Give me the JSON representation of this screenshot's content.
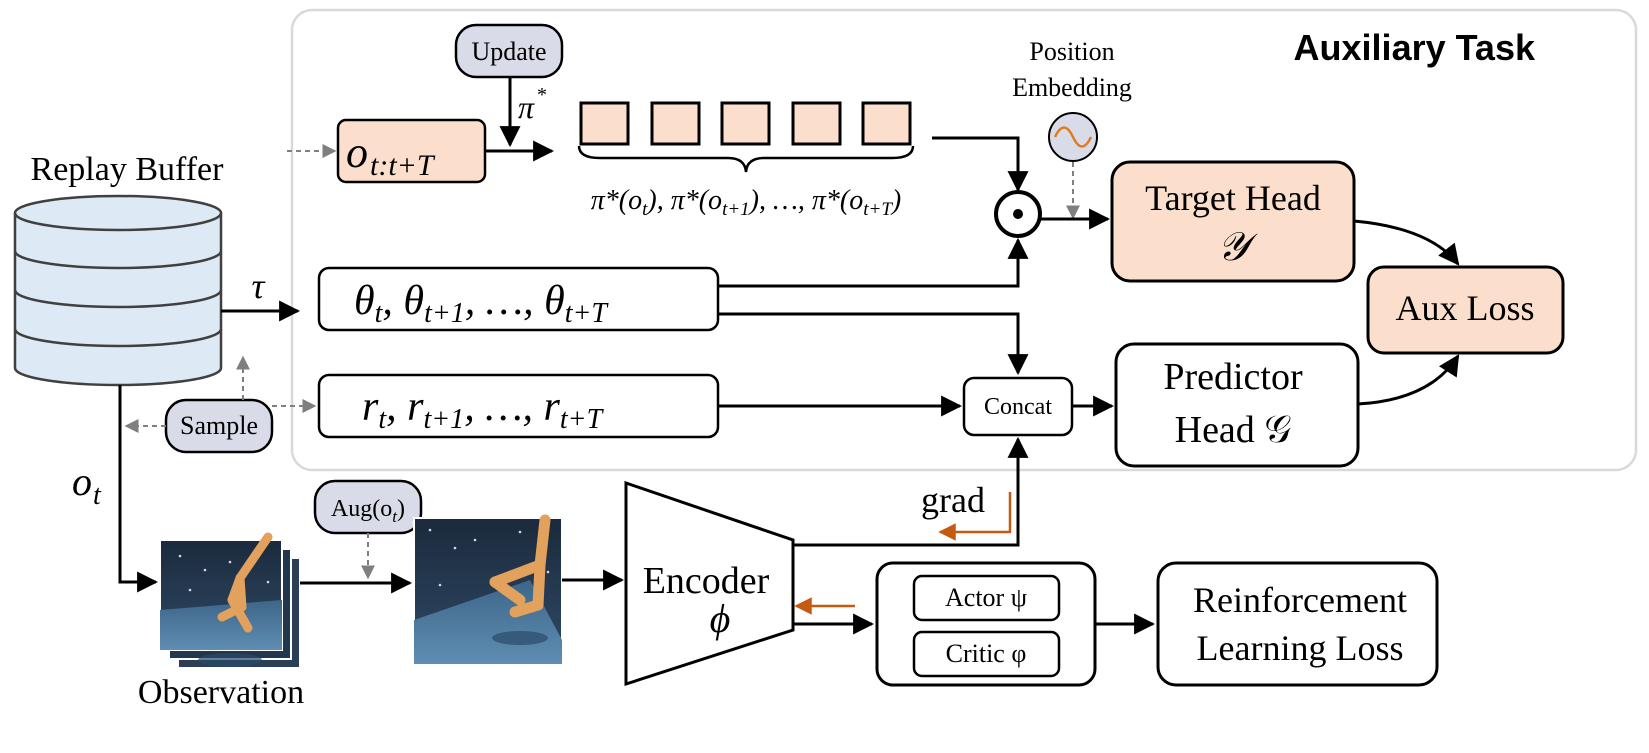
{
  "title": "Auxiliary Task",
  "labels": {
    "replay_buffer": "Replay Buffer",
    "update": "Update",
    "pi_star": "π*",
    "position_embedding_line1": "Position",
    "position_embedding_line2": "Embedding",
    "o_seq": "o",
    "o_seq_sub": "t:t+T",
    "pi_sequence": "π*(o_t), π*(o_t+1), …, π*(o_t+T)",
    "target_head_line1": "Target Head",
    "target_head_line2": "𝒴",
    "aux_loss": "Aux Loss",
    "tau": "τ",
    "theta_seq": "θ_t, θ_t+1, …, θ_t+T",
    "r_seq": "r_t, r_t+1, …, r_t+T",
    "concat": "Concat",
    "predictor_head_line1": "Predictor",
    "predictor_head_line2": "Head 𝒢",
    "sample": "Sample",
    "o_t": "o",
    "o_t_sub": "t",
    "aug": "Aug(o",
    "aug_sub": "t",
    "grad": "grad",
    "encoder_line1": "Encoder",
    "encoder_line2": "ϕ",
    "actor": "Actor ψ",
    "critic": "Critic φ",
    "rl_loss_line1": "Reinforcement",
    "rl_loss_line2": "Learning Loss",
    "observation": "Observation"
  },
  "colors": {
    "peach": "#fbdfcc",
    "lavender": "#d9dce8",
    "buffer_fill": "#dde9f4",
    "grad_arrow": "#c55a11",
    "dashed": "#7f7f7f",
    "panel_border": "#d9d9d9"
  }
}
